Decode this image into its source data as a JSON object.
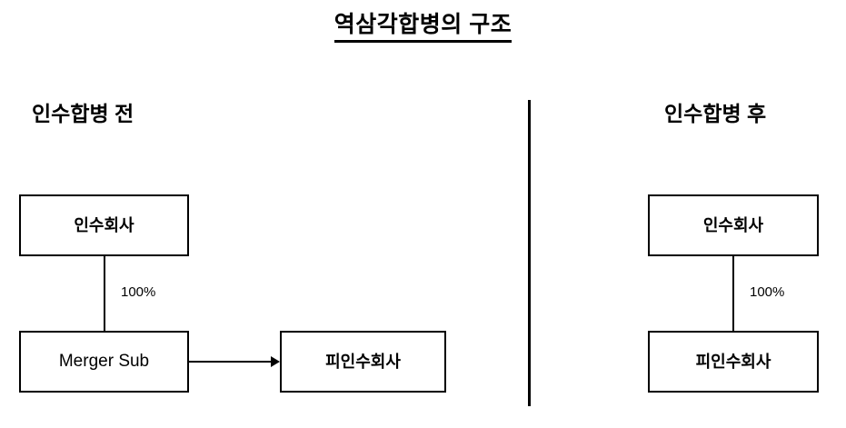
{
  "diagram": {
    "title": "역삼각합병의 구조",
    "panels": {
      "before": {
        "heading": "인수합병 전",
        "boxes": {
          "acquirer": "인수회사",
          "merger_sub": "Merger Sub",
          "target": "피인수회사"
        },
        "ownership_label": "100%"
      },
      "after": {
        "heading": "인수합병 후",
        "boxes": {
          "acquirer": "인수회사",
          "target": "피인수회사"
        },
        "ownership_label": "100%"
      }
    },
    "colors": {
      "background": "#ffffff",
      "stroke": "#000000",
      "text": "#000000"
    }
  }
}
